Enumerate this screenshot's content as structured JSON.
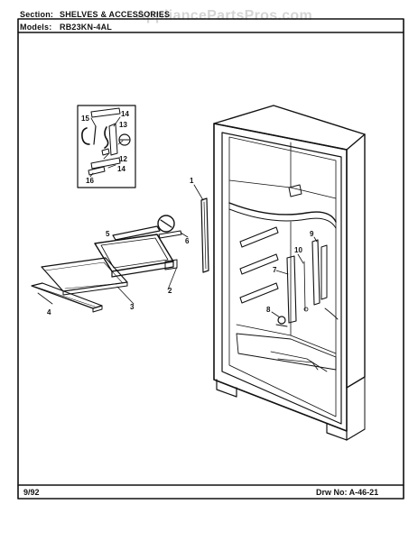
{
  "header": {
    "section_label": "Section:",
    "section_value": "SHELVES & ACCESSORIES",
    "models_label": "Models:",
    "models_value": "RB23KN-4AL"
  },
  "watermark": "AppliancePartsPros.com",
  "footer": {
    "date": "9/92",
    "drawing_number": "Drw No: A-46-21"
  },
  "callouts": {
    "p1": "1",
    "p2": "2",
    "p3": "3",
    "p4": "4",
    "p5": "5",
    "p6": "6",
    "p7": "7",
    "p8": "8",
    "p9": "9",
    "p10": "10",
    "p12": "12",
    "p13": "13",
    "p14a": "14",
    "p14b": "14",
    "p15": "15",
    "p16": "16"
  },
  "colors": {
    "ink": "#111111",
    "paper": "#ffffff",
    "watermark": "#c8c8c8"
  }
}
